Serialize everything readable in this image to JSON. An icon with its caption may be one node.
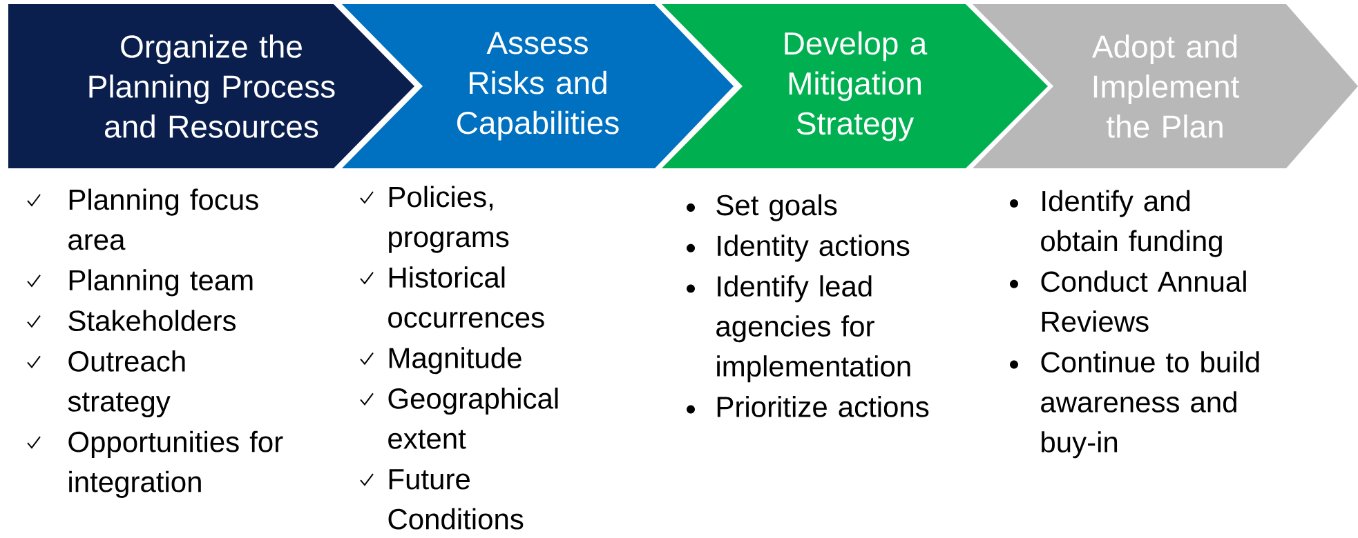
{
  "diagram": {
    "nodes": [
      {
        "text": [
          "Organize the Planning Process and Resources"
        ],
        "beside": [
          "Planning focus area",
          "Planning team",
          "Stakeholders",
          "Outreach strategy",
          "Opportunities for integration"
        ]
      },
      {
        "text": [
          "Assess Risks and Capabilities"
        ],
        "beside": [
          "Policies, programs",
          "Historical occurrences",
          "Magnitude",
          "Geographical extent",
          "Future Conditions"
        ]
      },
      {
        "text": [
          "Develop a Mitigation Strategy"
        ],
        "beside": [
          "Set goals",
          "Identity actions",
          "Identify lead agencies for implementation",
          "Prioritize actions"
        ]
      },
      {
        "text": [
          "Adopt and Implement the Plan"
        ],
        "beside": [
          "Identify and obtain funding",
          "Conduct Annual Reviews",
          "Continue to build awareness and buy-in"
        ]
      }
    ]
  }
}
